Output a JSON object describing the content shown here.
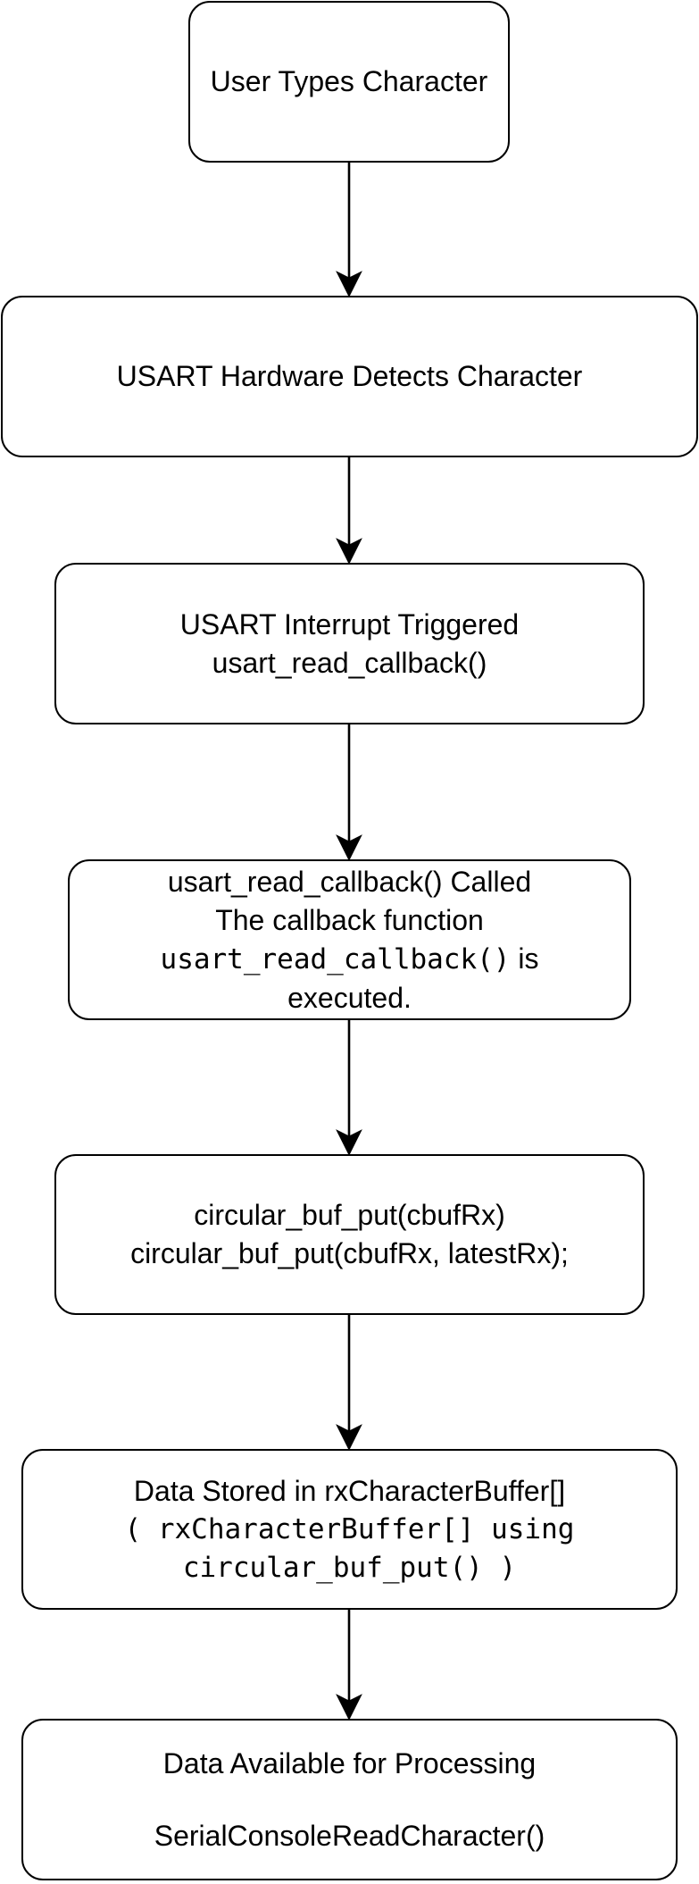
{
  "nodes": {
    "user": {
      "line1": "User Types Character"
    },
    "hw": {
      "line1": "USART Hardware Detects Character"
    },
    "irq": {
      "line1": "USART Interrupt Triggered",
      "line2": "usart_read_callback()"
    },
    "callback": {
      "line1": "usart_read_callback() Called",
      "line2": "The callback function",
      "line3_code": "usart_read_callback()",
      "line3_rest": " is",
      "line4": "executed."
    },
    "put": {
      "line1": "circular_buf_put(cbufRx)",
      "line2": "circular_buf_put(cbufRx, latestRx);"
    },
    "stored": {
      "line1": "Data Stored in rxCharacterBuffer[]",
      "line2_code": "( rxCharacterBuffer[] using",
      "line3_code": "circular_buf_put() )"
    },
    "available": {
      "line1": "Data Available for Processing",
      "line2": "SerialConsoleReadCharacter()"
    }
  }
}
